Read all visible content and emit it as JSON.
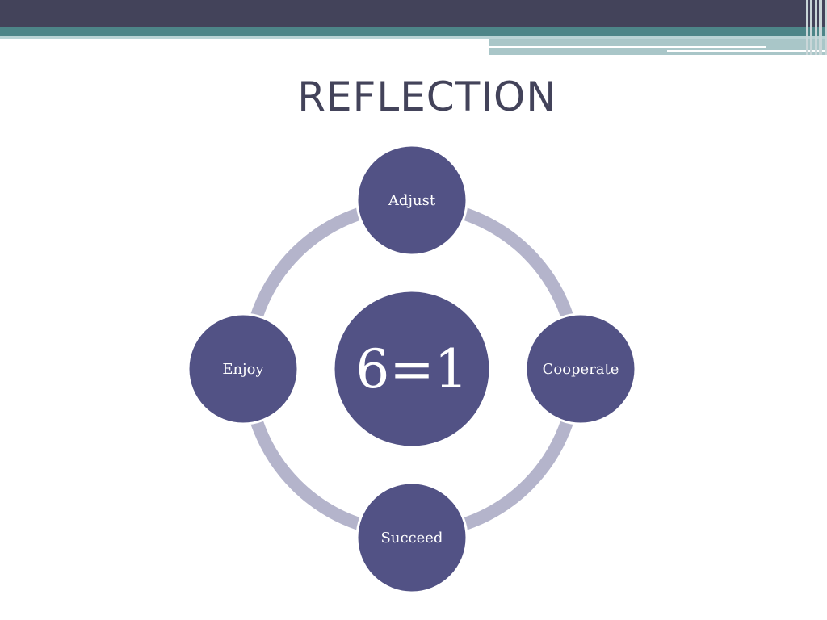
{
  "slide": {
    "title": "REFLECTION"
  },
  "diagram": {
    "center": "6=1",
    "nodes": [
      "Adjust",
      "Cooperate",
      "Succeed",
      "Enjoy"
    ]
  },
  "colors": {
    "node_fill": "#525285",
    "ring": "#b4b4cb",
    "title": "#43435a",
    "header_dark": "#43435a",
    "header_teal": "#4d8588"
  }
}
